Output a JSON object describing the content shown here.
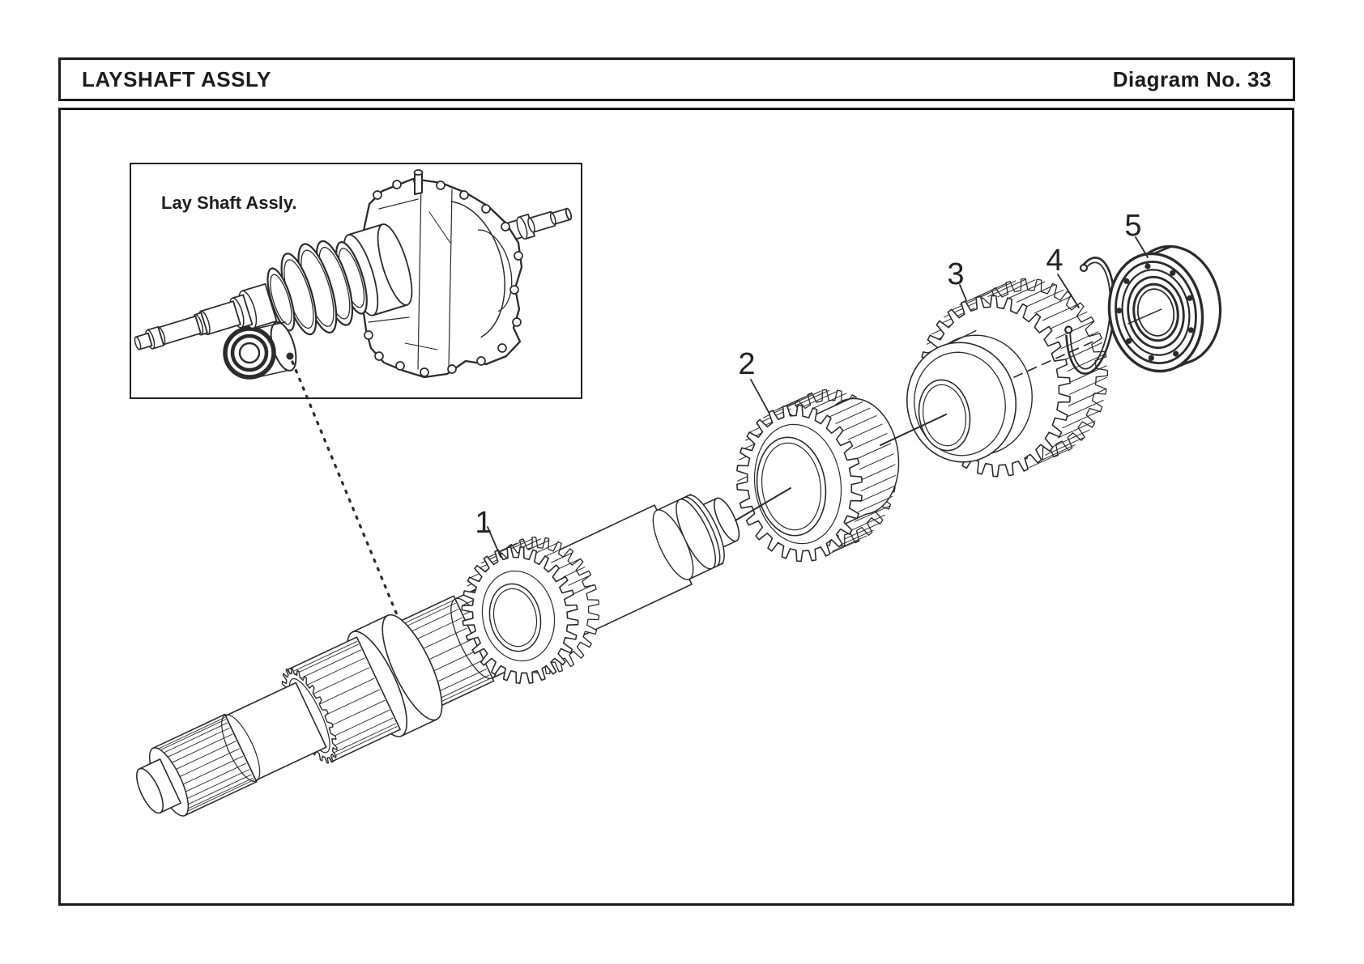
{
  "header": {
    "title": "LAYSHAFT ASSLY",
    "diagram_label": "Diagram No. 33"
  },
  "inset": {
    "caption": "Lay Shaft Assly."
  },
  "callouts": [
    {
      "label": "1"
    },
    {
      "label": "2"
    },
    {
      "label": "3"
    },
    {
      "label": "4"
    },
    {
      "label": "5"
    }
  ],
  "colors": {
    "ink": "#2b2b2b",
    "border": "#1c1c1c",
    "paper": "#ffffff"
  }
}
